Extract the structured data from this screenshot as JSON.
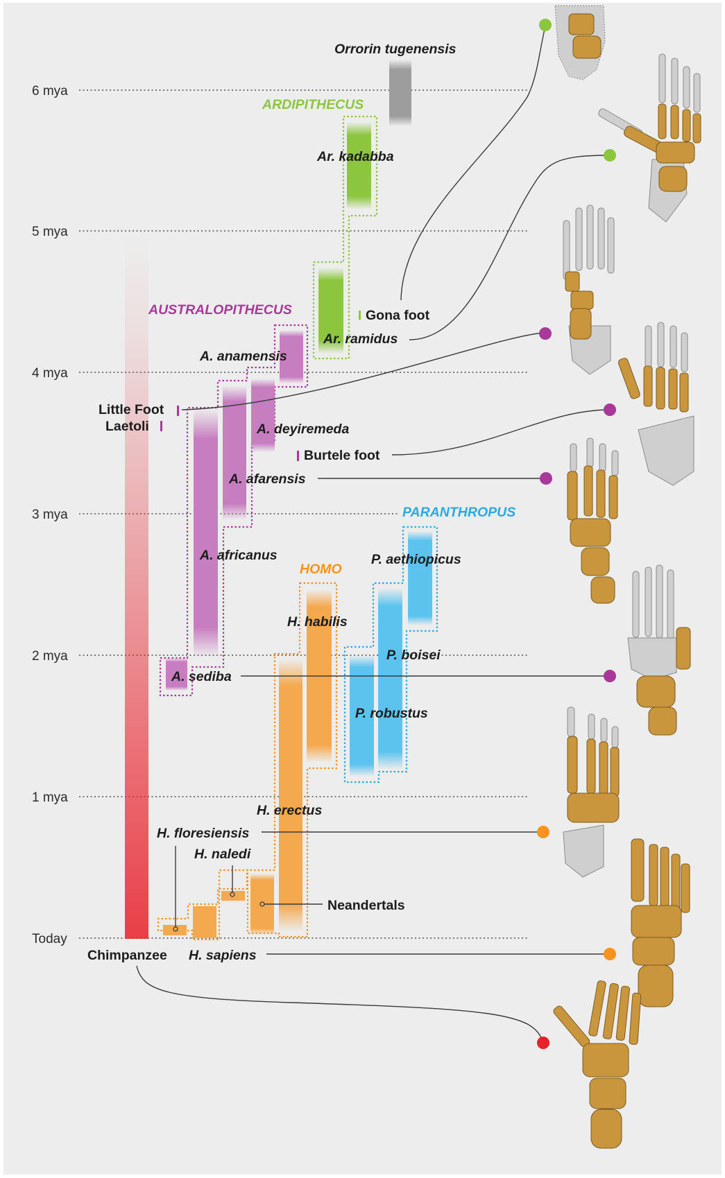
{
  "axis": {
    "ticks": [
      {
        "label": "6 mya",
        "mya": 6
      },
      {
        "label": "5 mya",
        "mya": 5
      },
      {
        "label": "4 mya",
        "mya": 4
      },
      {
        "label": "3 mya",
        "mya": 3
      },
      {
        "label": "2 mya",
        "mya": 2
      },
      {
        "label": "1 mya",
        "mya": 1
      },
      {
        "label": "Today",
        "mya": 0
      }
    ]
  },
  "genera": {
    "ardipithecus": {
      "label": "ARDIPITHECUS",
      "color": "#8cc63f"
    },
    "australopithecus": {
      "label": "AUSTRALOPITHECUS",
      "color": "#a8399a"
    },
    "paranthropus": {
      "label": "PARANTHROPUS",
      "color": "#29abe2"
    },
    "homo": {
      "label": "HOMO",
      "color": "#f7931e"
    }
  },
  "species": {
    "orrorin": {
      "label": "Orrorin tugenensis",
      "start_mya": 6.2,
      "end_mya": 5.7
    },
    "kadabba": {
      "label": "Ar. kadabba",
      "start_mya": 5.8,
      "end_mya": 5.2
    },
    "ramidus": {
      "label": "Ar. ramidus",
      "start_mya": 4.75,
      "end_mya": 4.25
    },
    "anamensis": {
      "label": "A. anamensis",
      "start_mya": 4.25,
      "end_mya": 3.9
    },
    "deyiremeda": {
      "label": "A. deyiremeda",
      "start_mya": 3.95,
      "end_mya": 3.4
    },
    "afarensis": {
      "label": "A. afarensis",
      "start_mya": 3.85,
      "end_mya": 2.95
    },
    "africanus": {
      "label": "A. africanus",
      "start_mya": 3.67,
      "end_mya": 2.0
    },
    "sediba": {
      "label": "A. sediba",
      "start_mya": 1.98,
      "end_mya": 1.78
    },
    "aethiopicus": {
      "label": "P. aethiopicus",
      "start_mya": 2.8,
      "end_mya": 2.3
    },
    "boisei": {
      "label": "P. boisei",
      "start_mya": 2.55,
      "end_mya": 1.2
    },
    "robustus": {
      "label": "P. robustus",
      "start_mya": 2.05,
      "end_mya": 1.15
    },
    "habilis": {
      "label": "H. habilis",
      "start_mya": 2.45,
      "end_mya": 1.35
    },
    "erectus": {
      "label": "H. erectus",
      "start_mya": 2.0,
      "end_mya": 0.05
    },
    "neandertals": {
      "label": "Neandertals",
      "start_mya": 0.45,
      "end_mya": 0.04
    },
    "naledi": {
      "label": "H. naledi",
      "start_mya": 0.34,
      "end_mya": 0.24
    },
    "floresiensis": {
      "label": "H. floresiensis",
      "start_mya": 0.1,
      "end_mya": 0.05
    },
    "sapiens": {
      "label": "H. sapiens",
      "start_mya": 0.3,
      "end_mya": 0.0
    },
    "chimpanzee": {
      "label": "Chimpanzee",
      "start_mya": 5.0,
      "end_mya": 0.0
    }
  },
  "sites": {
    "gona": {
      "label": "Gona foot",
      "mya": 4.4
    },
    "little_foot": {
      "label": "Little Foot",
      "mya": 3.67
    },
    "laetoli": {
      "label": "Laetoli",
      "mya": 3.66
    },
    "burtele": {
      "label": "Burtele foot",
      "mya": 3.4
    }
  },
  "foot_icons": [
    {
      "name": "foot-icon-orrorin",
      "dot_color": "#8cc63f"
    },
    {
      "name": "foot-icon-gona",
      "dot_color": "#8cc63f"
    },
    {
      "name": "foot-icon-little-foot",
      "dot_color": "#a8399a"
    },
    {
      "name": "foot-icon-burtele",
      "dot_color": "#a8399a"
    },
    {
      "name": "foot-icon-afarensis",
      "dot_color": "#a8399a"
    },
    {
      "name": "foot-icon-sediba",
      "dot_color": "#a8399a"
    },
    {
      "name": "foot-icon-floresiensis",
      "dot_color": "#f7931e"
    },
    {
      "name": "foot-icon-sapiens",
      "dot_color": "#f7931e"
    },
    {
      "name": "foot-icon-chimpanzee",
      "dot_color": "#e8202a"
    }
  ],
  "colors": {
    "orrorin": "#9d9d9d",
    "chimp": "#e8202a",
    "bone": "#c9963e",
    "bone_gray": "#cfcfcf"
  }
}
